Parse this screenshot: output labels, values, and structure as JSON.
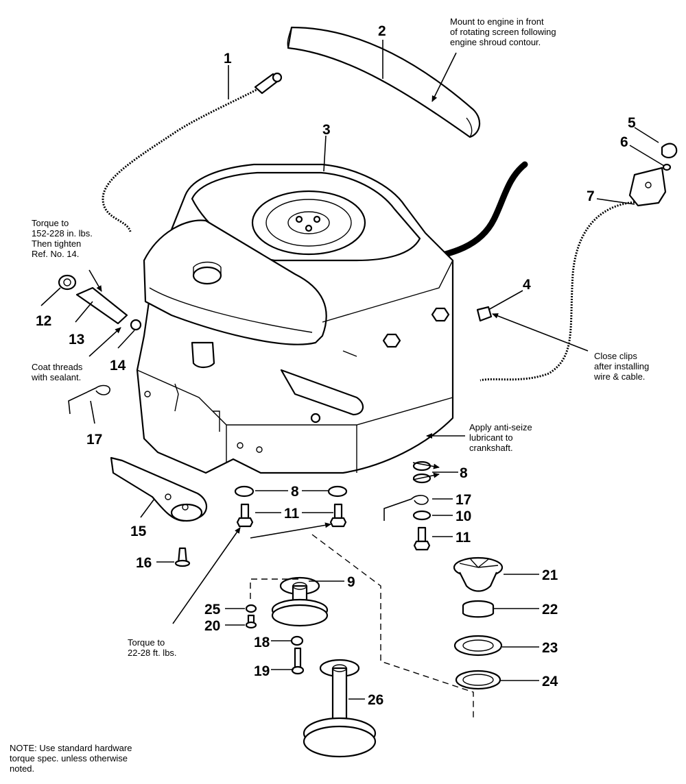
{
  "callouts": {
    "n1": "1",
    "n2": "2",
    "n3": "3",
    "n4": "4",
    "n5": "5",
    "n6": "6",
    "n7": "7",
    "n8a": "8",
    "n8b": "8",
    "n9": "9",
    "n10": "10",
    "n11a": "11",
    "n11b": "11",
    "n12": "12",
    "n13": "13",
    "n14": "14",
    "n15": "15",
    "n16": "16",
    "n17a": "17",
    "n17b": "17",
    "n18": "18",
    "n19": "19",
    "n20": "20",
    "n21": "21",
    "n22": "22",
    "n23": "23",
    "n24": "24",
    "n25": "25",
    "n26": "26"
  },
  "notes": {
    "mount": "Mount to engine in front\nof rotating screen following\nengine shroud contour.",
    "torque_top": "Torque to\n152-228 in. lbs.\nThen tighten\nRef. No. 14.",
    "coat": "Coat threads\nwith sealant.",
    "close_clips": "Close clips\nafter installing\nwire & cable.",
    "anti_seize": "Apply anti-seize\nlubricant to\ncrankshaft.",
    "torque_bottom": "Torque to\n22-28 ft. lbs.",
    "footer": "NOTE: Use standard hardware\ntorque spec. unless otherwise\nnoted."
  }
}
